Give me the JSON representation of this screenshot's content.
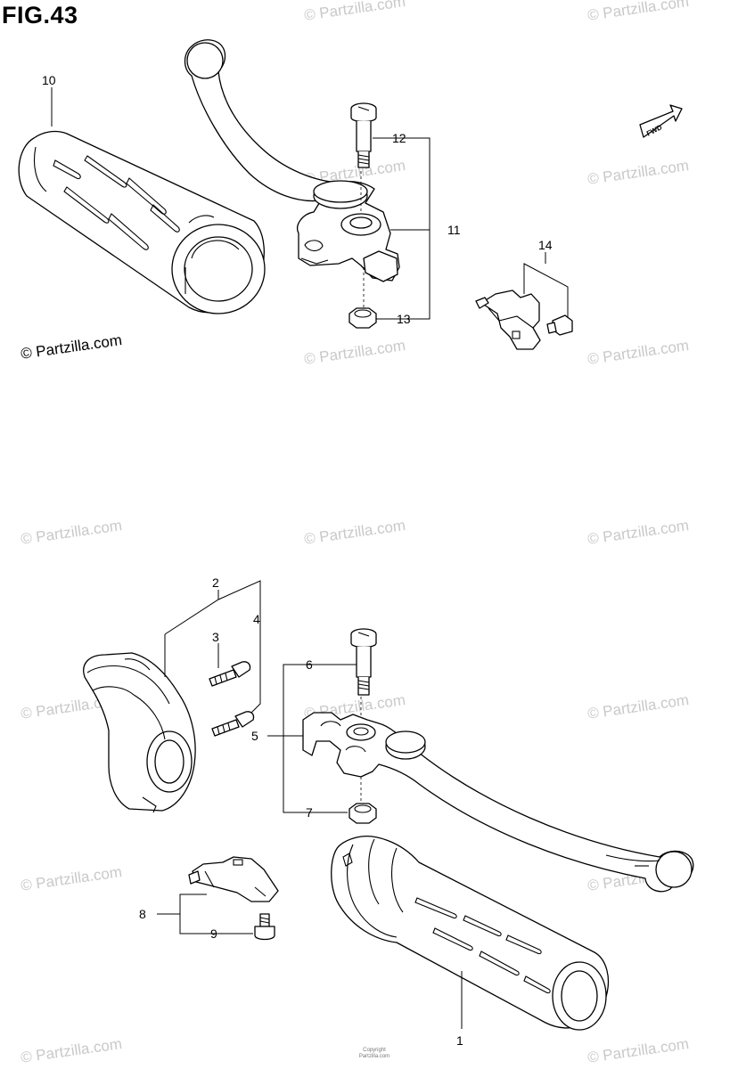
{
  "figure": {
    "title": "FIG.43"
  },
  "brand": "© Partzilla.com",
  "watermark": "© Partzilla.com",
  "footer": [
    "Copyright",
    "Partzilla.com"
  ],
  "fwd_label": "FWD",
  "callouts": {
    "c1": "1",
    "c2": "2",
    "c3": "3",
    "c4": "4",
    "c5": "5",
    "c6": "6",
    "c7": "7",
    "c8": "8",
    "c9": "9",
    "c10": "10",
    "c11": "11",
    "c12": "12",
    "c13": "13",
    "c14": "14"
  }
}
